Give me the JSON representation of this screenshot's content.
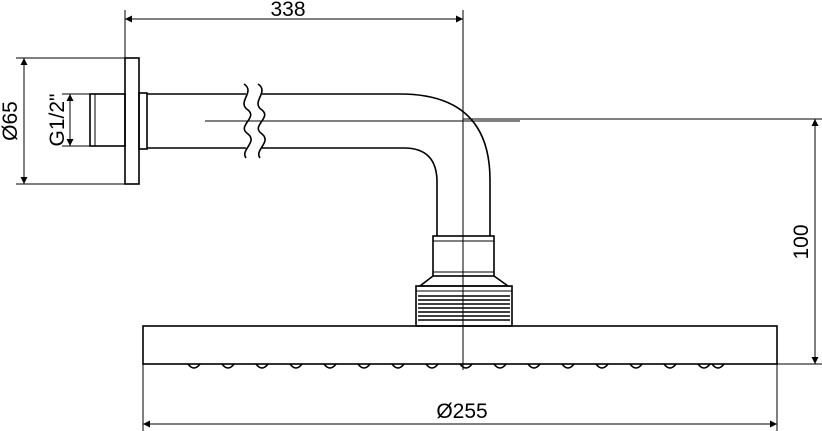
{
  "drawing": {
    "subject": "",
    "dimensions": {
      "arm_length": "338",
      "flange_diameter": "Ø65",
      "thread": "G1/2\"",
      "drop_height": "100",
      "head_diameter": "Ø255"
    }
  }
}
